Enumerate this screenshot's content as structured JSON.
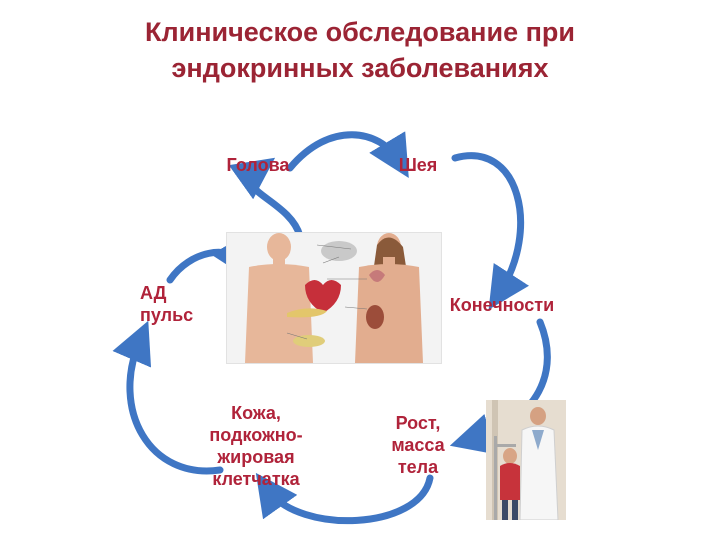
{
  "title": {
    "line1": "Клиническое обследование при",
    "line2": "эндокринных заболеваниях"
  },
  "nodes": {
    "head": "Голова",
    "neck": "Шея",
    "limbs": "Конечности",
    "bp_line1": "АД",
    "bp_line2": "пульс",
    "skin_line1": "Кожа,",
    "skin_line2": "подкожно-",
    "skin_line3": "жировая",
    "skin_line4": "клетчатка",
    "growth_line1": "Рост,",
    "growth_line2": "масса",
    "growth_line3": "тела"
  },
  "colors": {
    "title": "#9b2434",
    "node_text": "#b0233a",
    "arrow": "#3f76c4"
  },
  "icons": [
    "endocrine-system-illustration",
    "doctor-measuring-child-photo"
  ]
}
